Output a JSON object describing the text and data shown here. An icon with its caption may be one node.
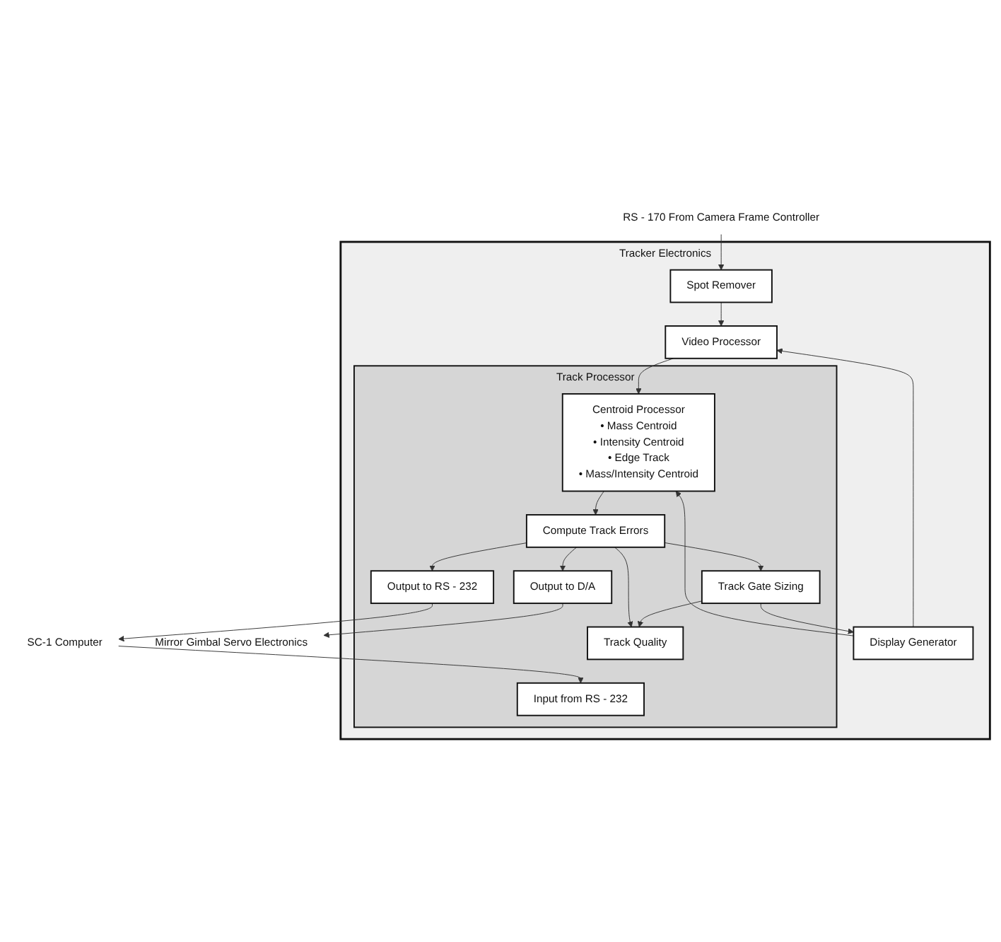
{
  "diagram": {
    "nodes": [
      {
        "text": [
          "RS - 170 From Camera Frame Controller"
        ]
      },
      {
        "text": [
          "Tracker Electronics"
        ]
      },
      {
        "text": [
          "Spot Remover"
        ],
        "in": 1
      },
      {
        "text": [
          "Video Processor"
        ],
        "in": 1
      },
      {
        "text": [
          "Display Generator"
        ],
        "in": 1
      },
      {
        "text": [
          "Track Processor"
        ],
        "in": 1
      },
      {
        "text": [
          "Centroid Processor",
          "• Mass Centroid",
          "• Intensity Centroid",
          "• Edge Track",
          "• Mass/Intensity Centroid"
        ],
        "in": 5
      },
      {
        "text": [
          "Track Gate Sizing"
        ],
        "in": 5
      },
      {
        "text": [
          "Compute Track Errors"
        ],
        "in": 5
      },
      {
        "text": [
          "Track Quality"
        ],
        "in": 5
      },
      {
        "text": [
          "Output to D/A"
        ],
        "in": 5
      },
      {
        "text": [
          "Output to RS - 232"
        ],
        "in": 5
      },
      {
        "text": [
          "Input from RS - 232"
        ],
        "in": 5
      },
      {
        "text": [
          "Mirror Gimbal Servo Electronics"
        ]
      },
      {
        "text": [
          "SC-1 Computer"
        ]
      }
    ],
    "edges": [
      {
        "from": 0,
        "to": 2,
        "arrow": "to"
      },
      {
        "from": 2,
        "to": 3,
        "arrow": "to"
      },
      {
        "from": 4,
        "to": 3,
        "arrow": "to"
      },
      {
        "from": 3,
        "to": 6,
        "arrow": "to"
      },
      {
        "from": 4,
        "to": 6,
        "arrow": "to"
      },
      {
        "from": 7,
        "to": 4,
        "arrow": "to"
      },
      {
        "from": 6,
        "to": 8,
        "arrow": "to"
      },
      {
        "from": 8,
        "to": 7,
        "arrow": "to"
      },
      {
        "from": 7,
        "to": 9,
        "arrow": "to"
      },
      {
        "from": 8,
        "to": 9,
        "arrow": "to"
      },
      {
        "from": 8,
        "to": 10,
        "arrow": "to"
      },
      {
        "from": 8,
        "to": 11,
        "arrow": "to"
      },
      {
        "from": 10,
        "to": 13,
        "arrow": "to"
      },
      {
        "from": 11,
        "to": 14,
        "arrow": "to"
      },
      {
        "from": 14,
        "to": 12,
        "arrow": "to"
      }
    ]
  }
}
